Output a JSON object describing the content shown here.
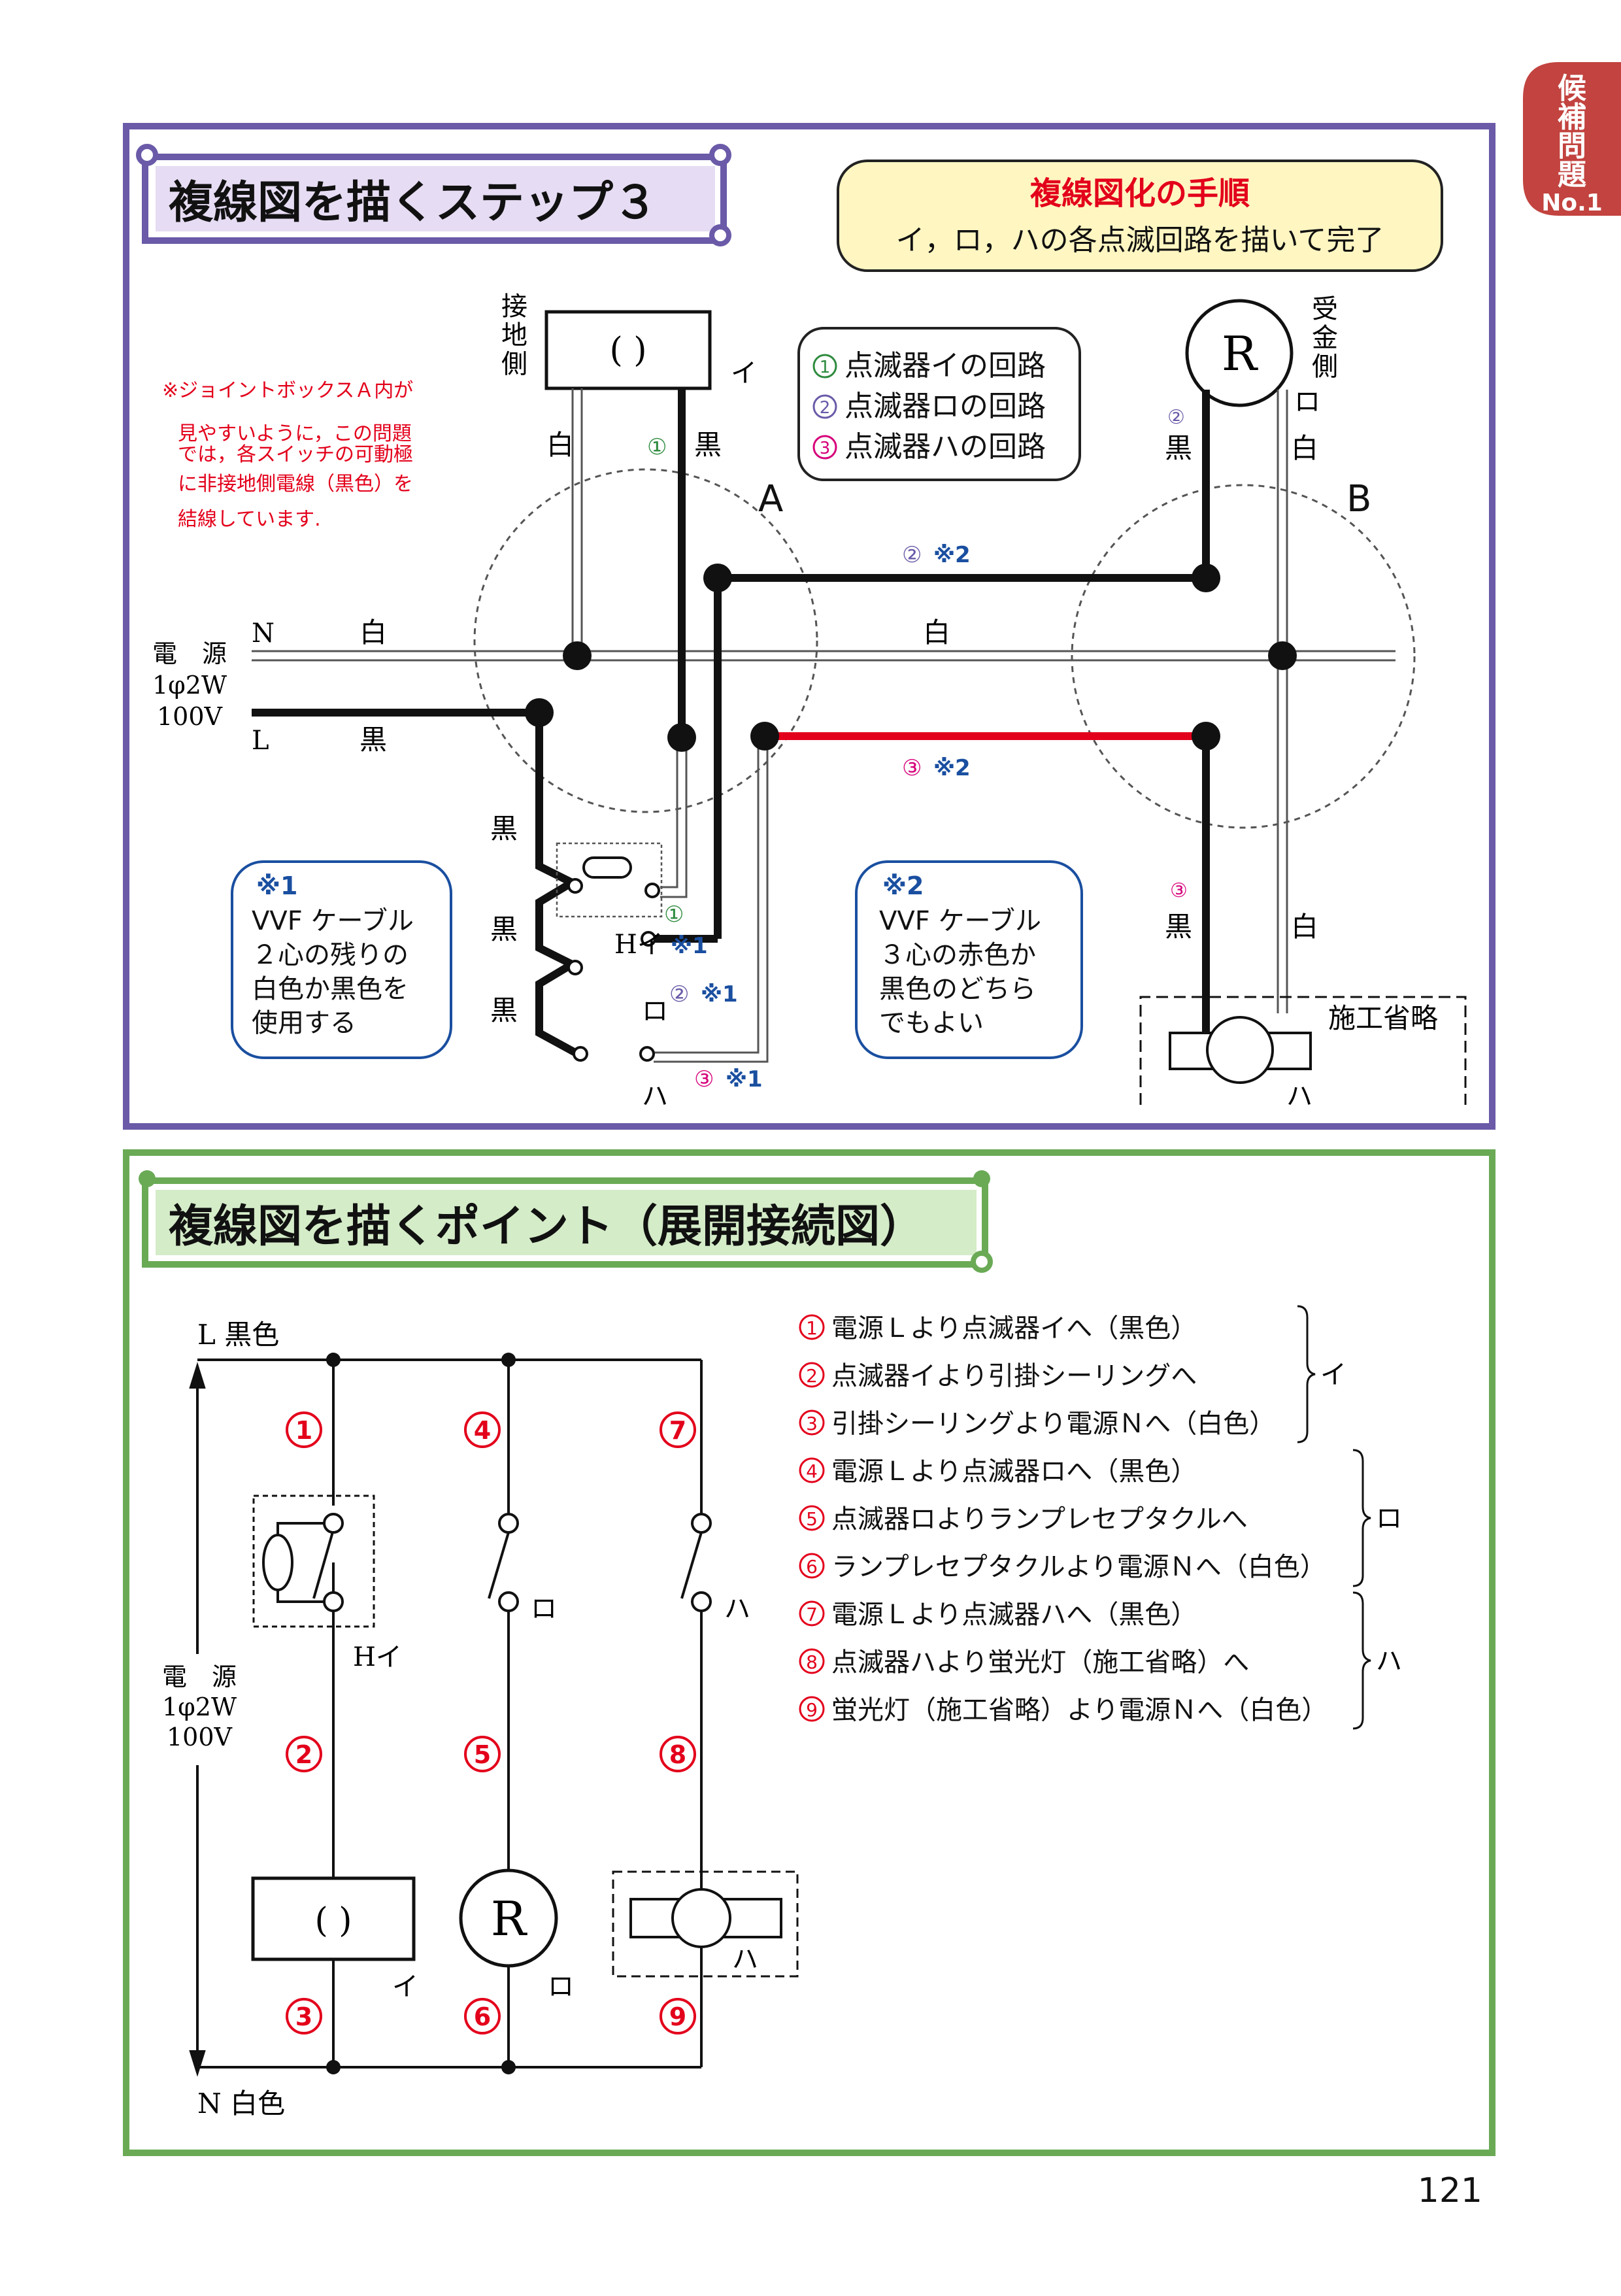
{
  "page": {
    "tab_label": [
      "候",
      "補",
      "問",
      "題"
    ],
    "tab_no": "No.1",
    "page_number": "121"
  },
  "colors": {
    "step_border": "#6a5aa8",
    "point_border": "#6aaa55",
    "tab": "#c2433f",
    "red": "#e3001b",
    "blue": "#1a4fa0",
    "green": "#2e8b3e",
    "purple": "#6a5aa8",
    "magenta": "#d6007a",
    "note_yellow": "#fff6c2"
  },
  "step3": {
    "title": "複線図を描くステップ３",
    "procedure_title": "複線図化の手順",
    "procedure_text": "イ，ロ，ハの各点滅回路を描いて完了",
    "legend": [
      {
        "num": "①",
        "text": "点滅器イの回路"
      },
      {
        "num": "②",
        "text": "点滅器ロの回路"
      },
      {
        "num": "③",
        "text": "点滅器ハの回路"
      }
    ],
    "note_red": [
      "※ジョイントボックスＡ内が",
      "見やすいように，この問題",
      "では，各スイッチの可動極",
      "に非接地側電線（黒色）を",
      "結線しています."
    ],
    "note1_title": "※1",
    "note1_lines": [
      "VVF ケーブル",
      "２心の残りの",
      "白色か黒色を",
      "使用する"
    ],
    "note2_title": "※2",
    "note2_lines": [
      "VVF ケーブル",
      "３心の赤色か",
      "黒色のどちら",
      "でもよい"
    ],
    "labels": {
      "ground_side": [
        "接",
        "地",
        "側"
      ],
      "receive_side": [
        "受",
        "金",
        "側"
      ],
      "ceiling": "( )",
      "i": "イ",
      "ro": "ロ",
      "ha": "ハ",
      "white": "白",
      "black": "黒",
      "jb_a": "A",
      "jb_b": "B",
      "n": "N",
      "l": "L",
      "source": [
        "電　源",
        "1φ2W",
        "100V"
      ],
      "r": "R",
      "hi": "Hイ",
      "omitted": "施工省略",
      "c1": "①",
      "c2": "②",
      "c3": "③",
      "ref1": "※1",
      "ref2": "※2"
    }
  },
  "points": {
    "title": "複線図を描くポイント（展開接続図）",
    "labels": {
      "l_black": "L 黒色",
      "n_white": "N 白色",
      "source": [
        "電　源",
        "1φ2W",
        "100V"
      ],
      "hi": "Hイ",
      "ro": "ロ",
      "ha": "ハ",
      "i": "イ",
      "r": "R",
      "ceiling": "( )"
    },
    "nums": [
      "①",
      "②",
      "③",
      "④",
      "⑤",
      "⑥",
      "⑦",
      "⑧",
      "⑨"
    ],
    "steps": [
      {
        "num": "①",
        "text": "電源Ｌより点滅器イへ（黒色）"
      },
      {
        "num": "②",
        "text": "点滅器イより引掛シーリングへ"
      },
      {
        "num": "③",
        "text": "引掛シーリングより電源Ｎへ（白色）"
      },
      {
        "num": "④",
        "text": "電源Ｌより点滅器ロへ（黒色）"
      },
      {
        "num": "⑤",
        "text": "点滅器ロよりランプレセプタクルへ"
      },
      {
        "num": "⑥",
        "text": "ランプレセプタクルより電源Ｎへ（白色）"
      },
      {
        "num": "⑦",
        "text": "電源Ｌより点滅器ハへ（黒色）"
      },
      {
        "num": "⑧",
        "text": "点滅器ハより蛍光灯（施工省略）へ"
      },
      {
        "num": "⑨",
        "text": "蛍光灯（施工省略）より電源Ｎへ（白色）"
      }
    ],
    "groups": [
      "イ",
      "ロ",
      "ハ"
    ]
  }
}
